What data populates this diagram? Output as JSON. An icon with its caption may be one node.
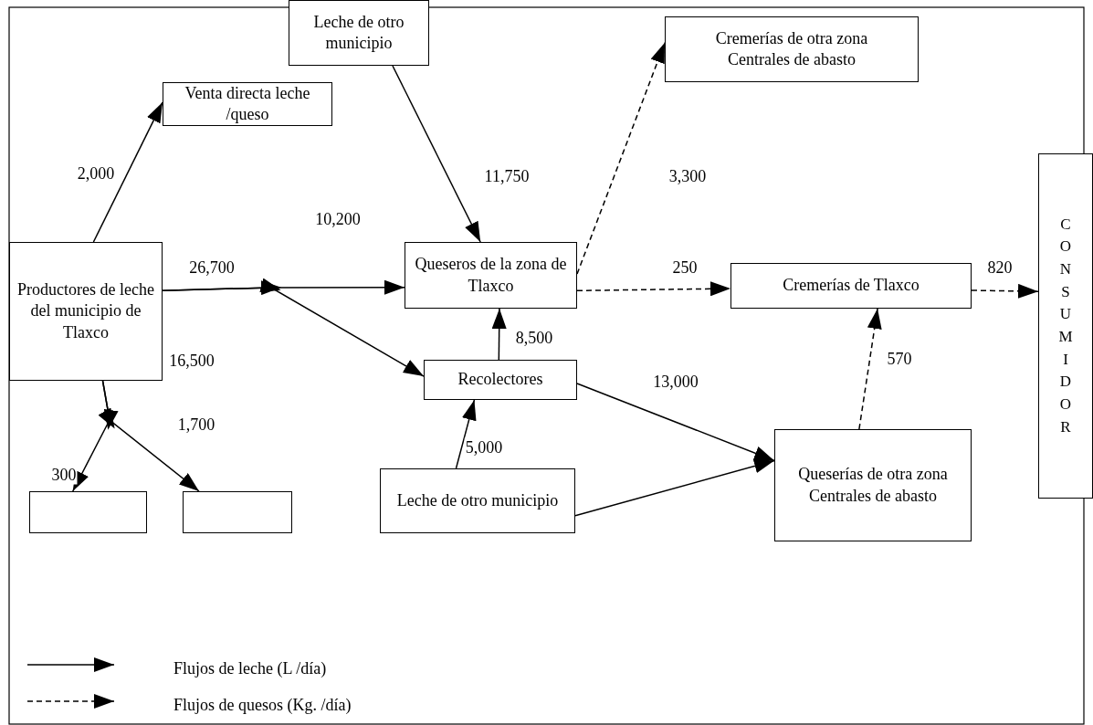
{
  "diagram": {
    "nodes": [
      {
        "text": [
          "Leche de otro municipio"
        ]
      },
      {
        "text": [
          "Venta directa leche /queso"
        ]
      },
      {
        "text": [
          "Cremerías de otra zona Centrales de abasto"
        ]
      },
      {
        "text": [
          "Productores de leche del municipio de Tlaxco"
        ]
      },
      {
        "text": [
          "Queseros de la zona de Tlaxco"
        ]
      },
      {
        "text": [
          "Cremerías de Tlaxco"
        ]
      },
      {
        "text": [
          "CONSUMIDOR"
        ]
      },
      {
        "text": [
          "Recolectores"
        ]
      },
      {
        "text": [],
        "shape": "box"
      },
      {
        "text": [],
        "shape": "box"
      },
      {
        "text": [
          "Leche de otro municipio"
        ]
      },
      {
        "text": [
          "Queserías de otra zona Centrales de abasto"
        ]
      }
    ],
    "edges": [
      {
        "from": 3,
        "to": 4,
        "arrow": "to",
        "label": "10,200"
      },
      {
        "from": 3,
        "to": 7,
        "arrow": "to",
        "label": "16,500"
      },
      {
        "from": 3,
        "to": 1,
        "arrow": "to",
        "label": "2,000"
      },
      {
        "from": 3,
        "to": 8,
        "arrow": "to",
        "label": "300"
      },
      {
        "from": 3,
        "to": 9,
        "arrow": "to",
        "label": "1,700"
      },
      {
        "from": 0,
        "to": 4,
        "arrow": "to",
        "label": "11,750"
      },
      {
        "from": 7,
        "to": 4,
        "arrow": "to",
        "label": "8,500"
      },
      {
        "from": 10,
        "to": 7,
        "arrow": "to",
        "label": "5,000"
      },
      {
        "from": 7,
        "to": 11,
        "arrow": "to",
        "label": "13,000"
      },
      {
        "from": 10,
        "to": 11,
        "arrow": "to"
      },
      {
        "from": 4,
        "to": 2,
        "arrow": "to",
        "label": "3,300",
        "style": "dashed"
      },
      {
        "from": 4,
        "to": 5,
        "arrow": "to",
        "label": "250",
        "style": "dashed"
      },
      {
        "from": 11,
        "to": 5,
        "arrow": "to",
        "label": "570",
        "style": "dashed"
      },
      {
        "from": 5,
        "to": 6,
        "arrow": "to",
        "label": "820",
        "style": "dashed"
      }
    ],
    "labels": [
      "26,700"
    ],
    "legend": [
      {
        "text": "Flujos de leche (L /día)"
      },
      {
        "text": "Flujos de quesos (Kg. /día)"
      }
    ]
  }
}
